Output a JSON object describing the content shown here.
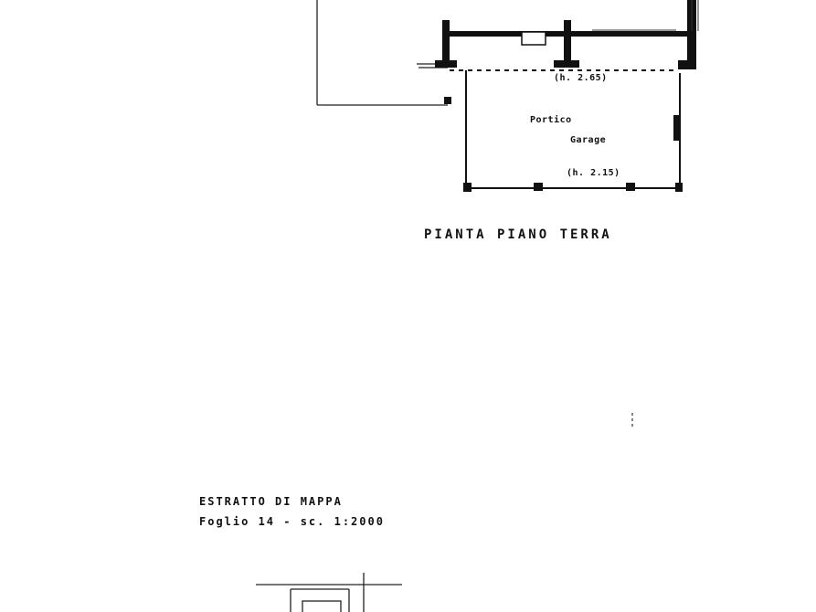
{
  "ground_floor_plan": {
    "room_name_line1": "Portico",
    "room_name_line2": "Garage",
    "height_top": "(h. 2.65)",
    "height_bottom": "(h. 2.15)",
    "title": "PIANTA PIANO TERRA"
  },
  "map_extract": {
    "title": "ESTRATTO DI MAPPA",
    "subtitle": "Foglio 14 - sc. 1:2000"
  }
}
